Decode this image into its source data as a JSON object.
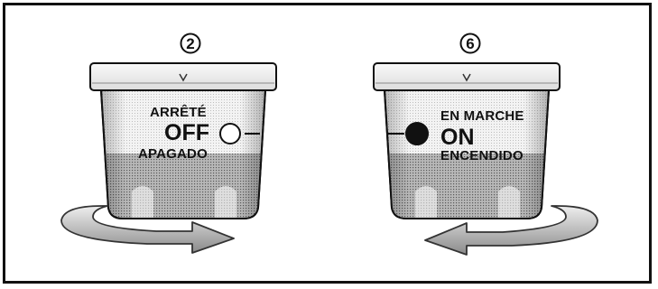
{
  "panels": [
    {
      "step": "2",
      "labels": {
        "top": "ARRÊTÉ",
        "main": "OFF",
        "bottom": "APAGADO"
      },
      "indicator": "empty-circle",
      "rotation": "clockwise"
    },
    {
      "step": "6",
      "labels": {
        "top": "EN MARCHE",
        "main": "ON",
        "bottom": "ENCENDIDO"
      },
      "indicator": "filled-circle",
      "rotation": "counterclockwise"
    }
  ]
}
